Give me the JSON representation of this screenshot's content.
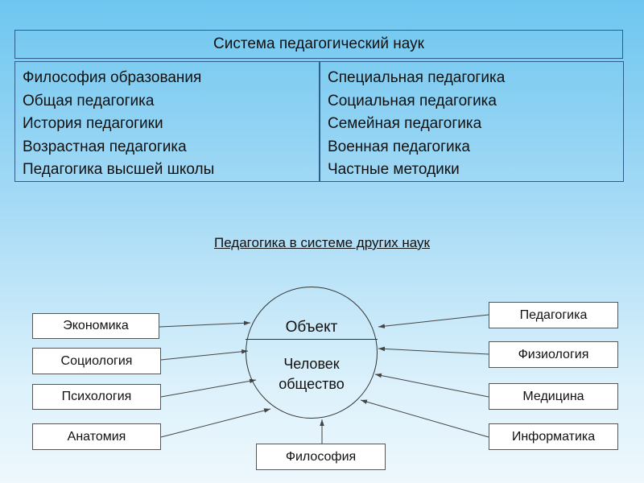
{
  "header": {
    "title": "Система педагогический наук"
  },
  "lists": {
    "left": [
      "Философия образования",
      "Общая педагогика",
      "История педагогики",
      "Возрастная педагогика",
      "Педагогика высшей школы"
    ],
    "right": [
      "Специальная педагогика",
      "Социальная педагогика",
      "Семейная педагогика",
      "Военная педагогика",
      "Частные методики"
    ]
  },
  "diagram": {
    "title": "Педагогика в системе других наук",
    "center": {
      "top": "Объект",
      "bottom_line1": "Человек",
      "bottom_line2": "общество"
    },
    "left_nodes": [
      "Экономика",
      "Социология",
      "Психология",
      "Анатомия"
    ],
    "right_nodes": [
      "Педагогика",
      "Физиология",
      "Медицина",
      "Информатика"
    ],
    "bottom_node": "Философия"
  }
}
